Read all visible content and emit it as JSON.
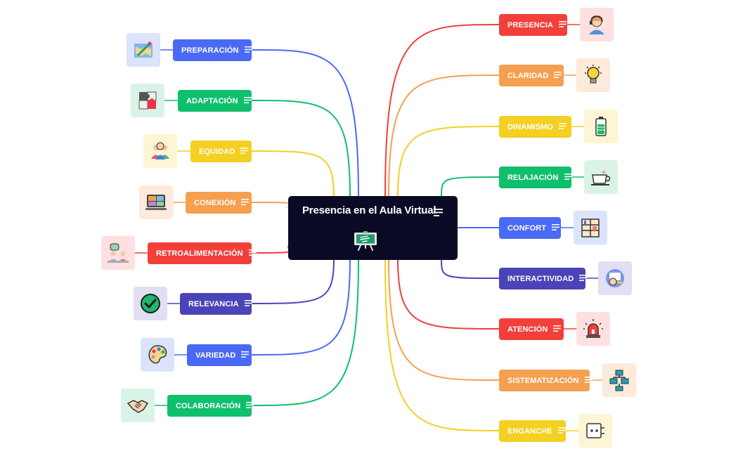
{
  "central": {
    "title": "Presencia en el Aula Virtual",
    "icon": "presentation-board-icon"
  },
  "colors": {
    "red": "#f23f3a",
    "orange": "#f5a050",
    "yellow": "#f3d021",
    "green": "#0fbf6c",
    "blue": "#4a6af5",
    "indigo": "#4b44b8",
    "dark": "#0b0a25"
  },
  "topics_left": [
    {
      "label": "PREPARACIÓN",
      "color": "#4a6af5",
      "icon": "map-planning-icon"
    },
    {
      "label": "ADAPTACIÓN",
      "color": "#0fbf6c",
      "icon": "puzzle-icon"
    },
    {
      "label": "EQUIDAD",
      "color": "#f3d021",
      "icon": "group-people-icon"
    },
    {
      "label": "CONEXIÓN",
      "color": "#f5a050",
      "icon": "video-call-icon"
    },
    {
      "label": "RETROALIMENTACIÓN",
      "color": "#f23f3a",
      "icon": "conversation-icon"
    },
    {
      "label": "RELEVANCIA",
      "color": "#4b44b8",
      "icon": "check-circle-icon"
    },
    {
      "label": "VARIEDAD",
      "color": "#4a6af5",
      "icon": "palette-icon"
    },
    {
      "label": "COLABORACIÓN",
      "color": "#0fbf6c",
      "icon": "handshake-icon"
    }
  ],
  "topics_right": [
    {
      "label": "PRESENCIA",
      "color": "#f23f3a",
      "icon": "person-headset-icon"
    },
    {
      "label": "CLARIDAD",
      "color": "#f5a050",
      "icon": "lightbulb-icon"
    },
    {
      "label": "DINAMISMO",
      "color": "#f3d021",
      "icon": "battery-icon"
    },
    {
      "label": "RELAJACIÓN",
      "color": "#0fbf6c",
      "icon": "coffee-cup-icon"
    },
    {
      "label": "CONFORT",
      "color": "#4a6af5",
      "icon": "shelf-icon"
    },
    {
      "label": "INTERACTIVIDAD",
      "color": "#4b44b8",
      "icon": "interaction-icon"
    },
    {
      "label": "ATENCIÓN",
      "color": "#f23f3a",
      "icon": "alarm-siren-icon"
    },
    {
      "label": "SISTEMATIZACIÓN",
      "color": "#f5a050",
      "icon": "flowchart-icon"
    },
    {
      "label": "ENGANCHE",
      "color": "#f3d021",
      "icon": "power-socket-icon"
    }
  ]
}
